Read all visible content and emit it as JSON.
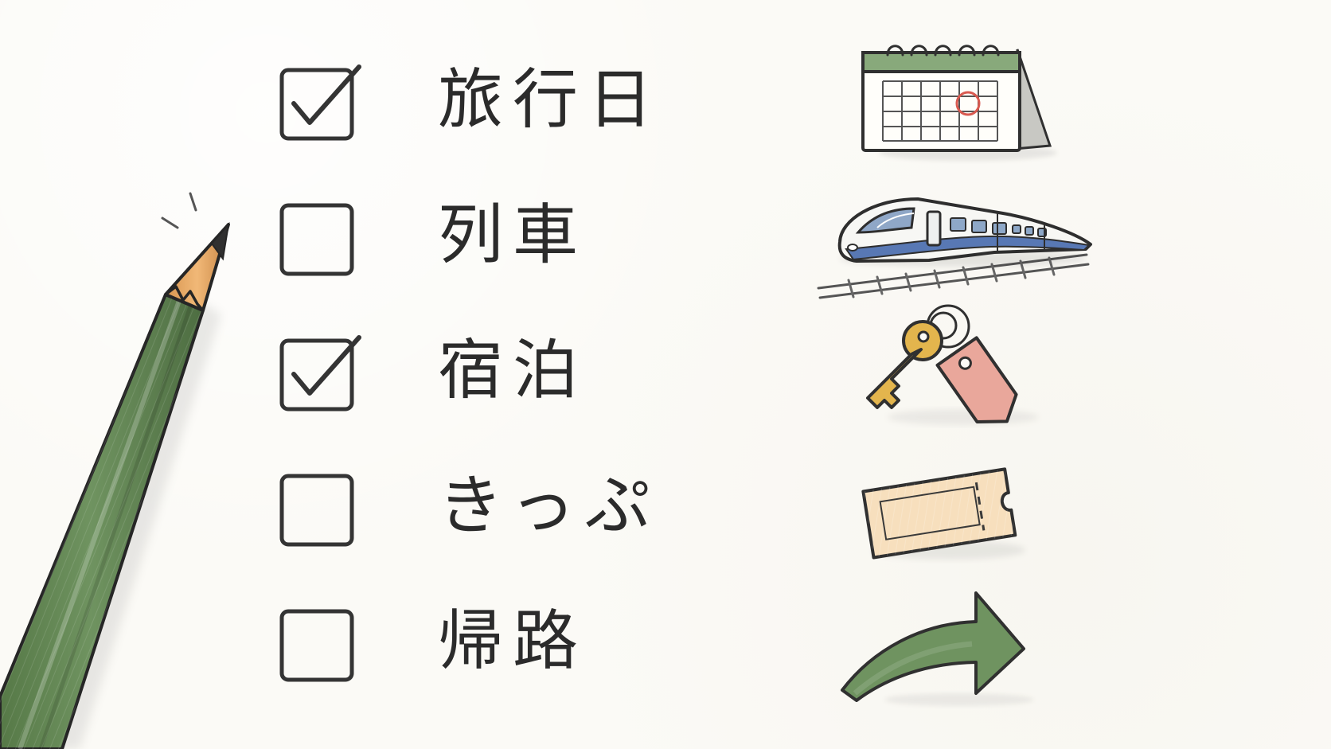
{
  "checklist": {
    "items": [
      {
        "label": "旅行日",
        "checked": true,
        "icon": "calendar-icon"
      },
      {
        "label": "列車",
        "checked": false,
        "icon": "train-icon"
      },
      {
        "label": "宿泊",
        "checked": true,
        "icon": "key-tag-icon"
      },
      {
        "label": "きっぷ",
        "checked": false,
        "icon": "ticket-icon"
      },
      {
        "label": "帰路",
        "checked": false,
        "icon": "return-arrow-icon"
      }
    ]
  },
  "decorations": {
    "pencil": "pencil-icon"
  },
  "colors": {
    "background": "#fbfaf6",
    "ink": "#2b2b2b",
    "green": "#6f9360",
    "blue": "#5878b4",
    "red": "#d95a50",
    "yellow": "#e3b54d",
    "ticket": "#f7dfbd"
  }
}
